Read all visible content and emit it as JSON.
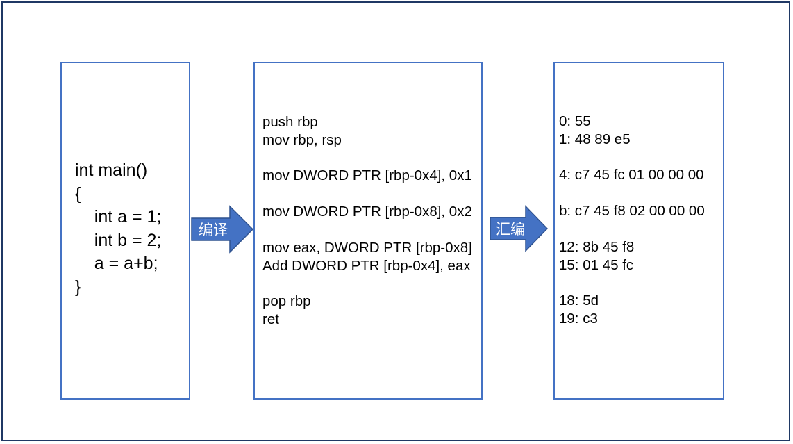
{
  "slide": {
    "border_color": "#1F3864",
    "background": "#ffffff"
  },
  "boxes": {
    "border_color": "#4472C4",
    "source": {
      "name": "C source code",
      "text": "int main()\n{\n    int a = 1;\n    int b = 2;\n    a = a+b;\n}"
    },
    "assembly": {
      "name": "assembly code",
      "text": "push rbp\nmov rbp, rsp\n\nmov DWORD PTR [rbp-0x4], 0x1\n\nmov DWORD PTR [rbp-0x8], 0x2\n\nmov eax, DWORD PTR [rbp-0x8]\nAdd DWORD PTR [rbp-0x4], eax\n\npop rbp\nret"
    },
    "machine": {
      "name": "machine code bytes",
      "text": "0: 55\n1: 48 89 e5\n\n4: c7 45 fc 01 00 00 00\n\nb: c7 45 f8 02 00 00 00\n\n12: 8b 45 f8\n15: 01 45 fc\n\n18: 5d\n19: c3"
    }
  },
  "arrows": {
    "fill_color": "#4472C4",
    "outline_color": "#2F528F",
    "label_color": "#ffffff",
    "compile": {
      "label": "编译"
    },
    "assemble": {
      "label": "汇编"
    }
  }
}
